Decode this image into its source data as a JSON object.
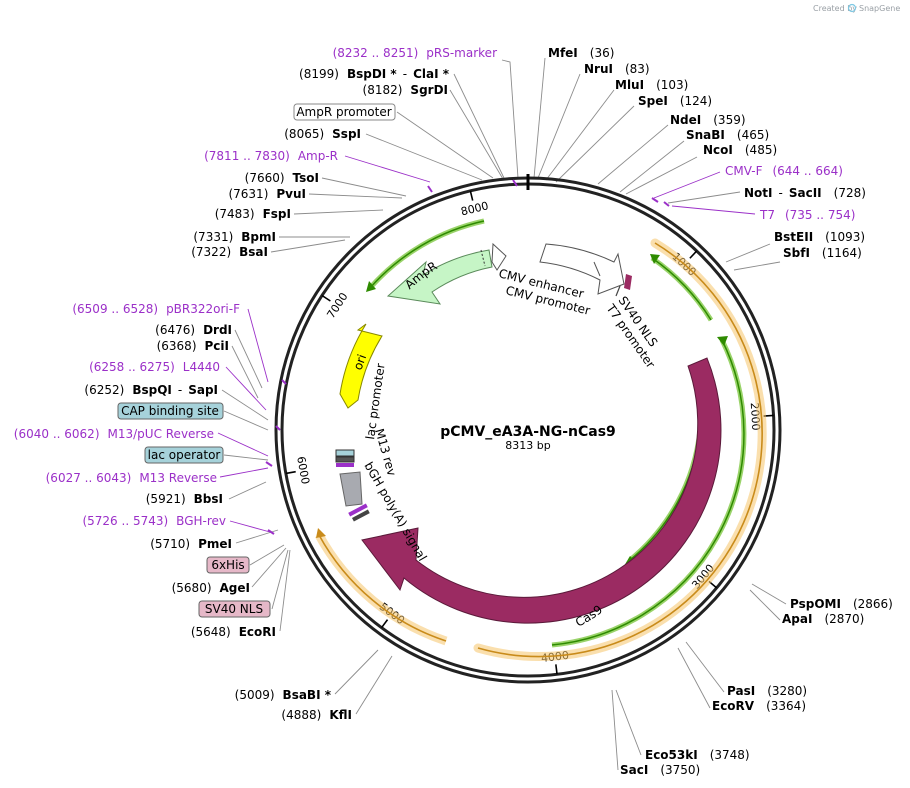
{
  "header": {
    "credit": "Created by",
    "brand": "SnapGene"
  },
  "plasmid": {
    "name": "pCMV_eA3A-NG-nCas9",
    "size_label": "8313 bp",
    "length": 8313
  },
  "colors": {
    "cas9": "#9b2b62",
    "ampr": "#c6f5c6",
    "ori": "#ffff00",
    "primer": "#9b30c8",
    "orange_outline": "#f6c56a",
    "green_arrow": "#2e8b00",
    "cap": "#a6d2da",
    "sv40": "#e6b8c8"
  },
  "ticks": [
    {
      "pos": 1000,
      "label": "1000"
    },
    {
      "pos": 2000,
      "label": "2000"
    },
    {
      "pos": 3000,
      "label": "3000"
    },
    {
      "pos": 4000,
      "label": "4000"
    },
    {
      "pos": 5000,
      "label": "5000"
    },
    {
      "pos": 6000,
      "label": "6000"
    },
    {
      "pos": 7000,
      "label": "7000"
    },
    {
      "pos": 8000,
      "label": "8000"
    }
  ],
  "features": {
    "cmv_enhancer": "CMV enhancer",
    "cmv_promoter": "CMV promoter",
    "sv40_nls": "SV40 NLS",
    "t7_promoter": "T7 promoter",
    "cas9": "Cas9",
    "ampr": "AmpR",
    "ori": "ori",
    "lac_promoter": "lac promoter",
    "m13_rev": "M13 rev",
    "bgh": "bGH poly(A) signal"
  },
  "labels": [
    {
      "id": "prs-marker",
      "kind": "primer",
      "range": "(8232 .. 8251)",
      "name": "pRS-marker"
    },
    {
      "id": "bspdi",
      "kind": "site",
      "pos": "(8199)",
      "name": "BspDI *",
      "sep": "-",
      "name2": "ClaI *"
    },
    {
      "id": "sgrdi",
      "kind": "site",
      "pos": "(8182)",
      "name": "SgrDI"
    },
    {
      "id": "ampr-promoter",
      "kind": "box",
      "name": "AmpR promoter"
    },
    {
      "id": "sspi",
      "kind": "site",
      "pos": "(8065)",
      "name": "SspI"
    },
    {
      "id": "amp-r",
      "kind": "primer",
      "range": "(7811 .. 7830)",
      "name": "Amp-R"
    },
    {
      "id": "tsoi",
      "kind": "site",
      "pos": "(7660)",
      "name": "TsoI"
    },
    {
      "id": "pvui",
      "kind": "site",
      "pos": "(7631)",
      "name": "PvuI"
    },
    {
      "id": "fspi",
      "kind": "site",
      "pos": "(7483)",
      "name": "FspI"
    },
    {
      "id": "bpmi",
      "kind": "site",
      "pos": "(7331)",
      "name": "BpmI"
    },
    {
      "id": "bsai",
      "kind": "site",
      "pos": "(7322)",
      "name": "BsaI"
    },
    {
      "id": "pbr322ori",
      "kind": "primer",
      "range": "(6509 .. 6528)",
      "name": "pBR322ori-F"
    },
    {
      "id": "drdi",
      "kind": "site",
      "pos": "(6476)",
      "name": "DrdI"
    },
    {
      "id": "pcii",
      "kind": "site",
      "pos": "(6368)",
      "name": "PciI"
    },
    {
      "id": "l4440",
      "kind": "primer",
      "range": "(6258 .. 6275)",
      "name": "L4440"
    },
    {
      "id": "bspqi",
      "kind": "site",
      "pos": "(6252)",
      "name": "BspQI",
      "sep": "-",
      "name2": "SapI"
    },
    {
      "id": "cap",
      "kind": "box",
      "name": "CAP binding site"
    },
    {
      "id": "m13puc",
      "kind": "primer",
      "range": "(6040 .. 6062)",
      "name": "M13/pUC Reverse"
    },
    {
      "id": "lacop",
      "kind": "box",
      "name": "lac operator"
    },
    {
      "id": "m13rev",
      "kind": "primer",
      "range": "(6027 .. 6043)",
      "name": "M13 Reverse"
    },
    {
      "id": "bbsi",
      "kind": "site",
      "pos": "(5921)",
      "name": "BbsI"
    },
    {
      "id": "bghrev",
      "kind": "primer",
      "range": "(5726 .. 5743)",
      "name": "BGH-rev"
    },
    {
      "id": "pmei",
      "kind": "site",
      "pos": "(5710)",
      "name": "PmeI"
    },
    {
      "id": "his",
      "kind": "box",
      "name": "6xHis"
    },
    {
      "id": "agei",
      "kind": "site",
      "pos": "(5680)",
      "name": "AgeI"
    },
    {
      "id": "sv40nlsbox",
      "kind": "box",
      "name": "SV40 NLS"
    },
    {
      "id": "ecori",
      "kind": "site",
      "pos": "(5648)",
      "name": "EcoRI"
    },
    {
      "id": "bsabi",
      "kind": "site",
      "pos": "(5009)",
      "name": "BsaBI *"
    },
    {
      "id": "kfli",
      "kind": "site",
      "pos": "(4888)",
      "name": "KflI"
    },
    {
      "id": "mfei",
      "kind": "site",
      "pos": "(36)",
      "name": "MfeI"
    },
    {
      "id": "srui",
      "kind": "site",
      "pos": "(83)",
      "name": "NruI"
    },
    {
      "id": "mlui",
      "kind": "site",
      "pos": "(103)",
      "name": "MluI"
    },
    {
      "id": "spei",
      "kind": "site",
      "pos": "(124)",
      "name": "SpeI"
    },
    {
      "id": "ndei",
      "kind": "site",
      "pos": "(359)",
      "name": "NdeI"
    },
    {
      "id": "snabi",
      "kind": "site",
      "pos": "(465)",
      "name": "SnaBI"
    },
    {
      "id": "ncoi",
      "kind": "site",
      "pos": "(485)",
      "name": "NcoI"
    },
    {
      "id": "cmvf",
      "kind": "primer",
      "range": "(644 .. 664)",
      "name": "CMV-F"
    },
    {
      "id": "noti",
      "kind": "site",
      "pos": "(728)",
      "name": "NotI",
      "sep": "-",
      "name2": "SacII"
    },
    {
      "id": "t7",
      "kind": "primer",
      "range": "(735 .. 754)",
      "name": "T7"
    },
    {
      "id": "bsteii",
      "kind": "site",
      "pos": "(1093)",
      "name": "BstEII"
    },
    {
      "id": "sbfi",
      "kind": "site",
      "pos": "(1164)",
      "name": "SbfI"
    },
    {
      "id": "pspomi",
      "kind": "site",
      "pos": "(2866)",
      "name": "PspOMI"
    },
    {
      "id": "apai",
      "kind": "site",
      "pos": "(2870)",
      "name": "ApaI"
    },
    {
      "id": "pasi",
      "kind": "site",
      "pos": "(3280)",
      "name": "PasI"
    },
    {
      "id": "ecorv",
      "kind": "site",
      "pos": "(3364)",
      "name": "EcoRV"
    },
    {
      "id": "eco53ki",
      "kind": "site",
      "pos": "(3748)",
      "name": "Eco53kI"
    },
    {
      "id": "saci",
      "kind": "site",
      "pos": "(3750)",
      "name": "SacI"
    }
  ]
}
